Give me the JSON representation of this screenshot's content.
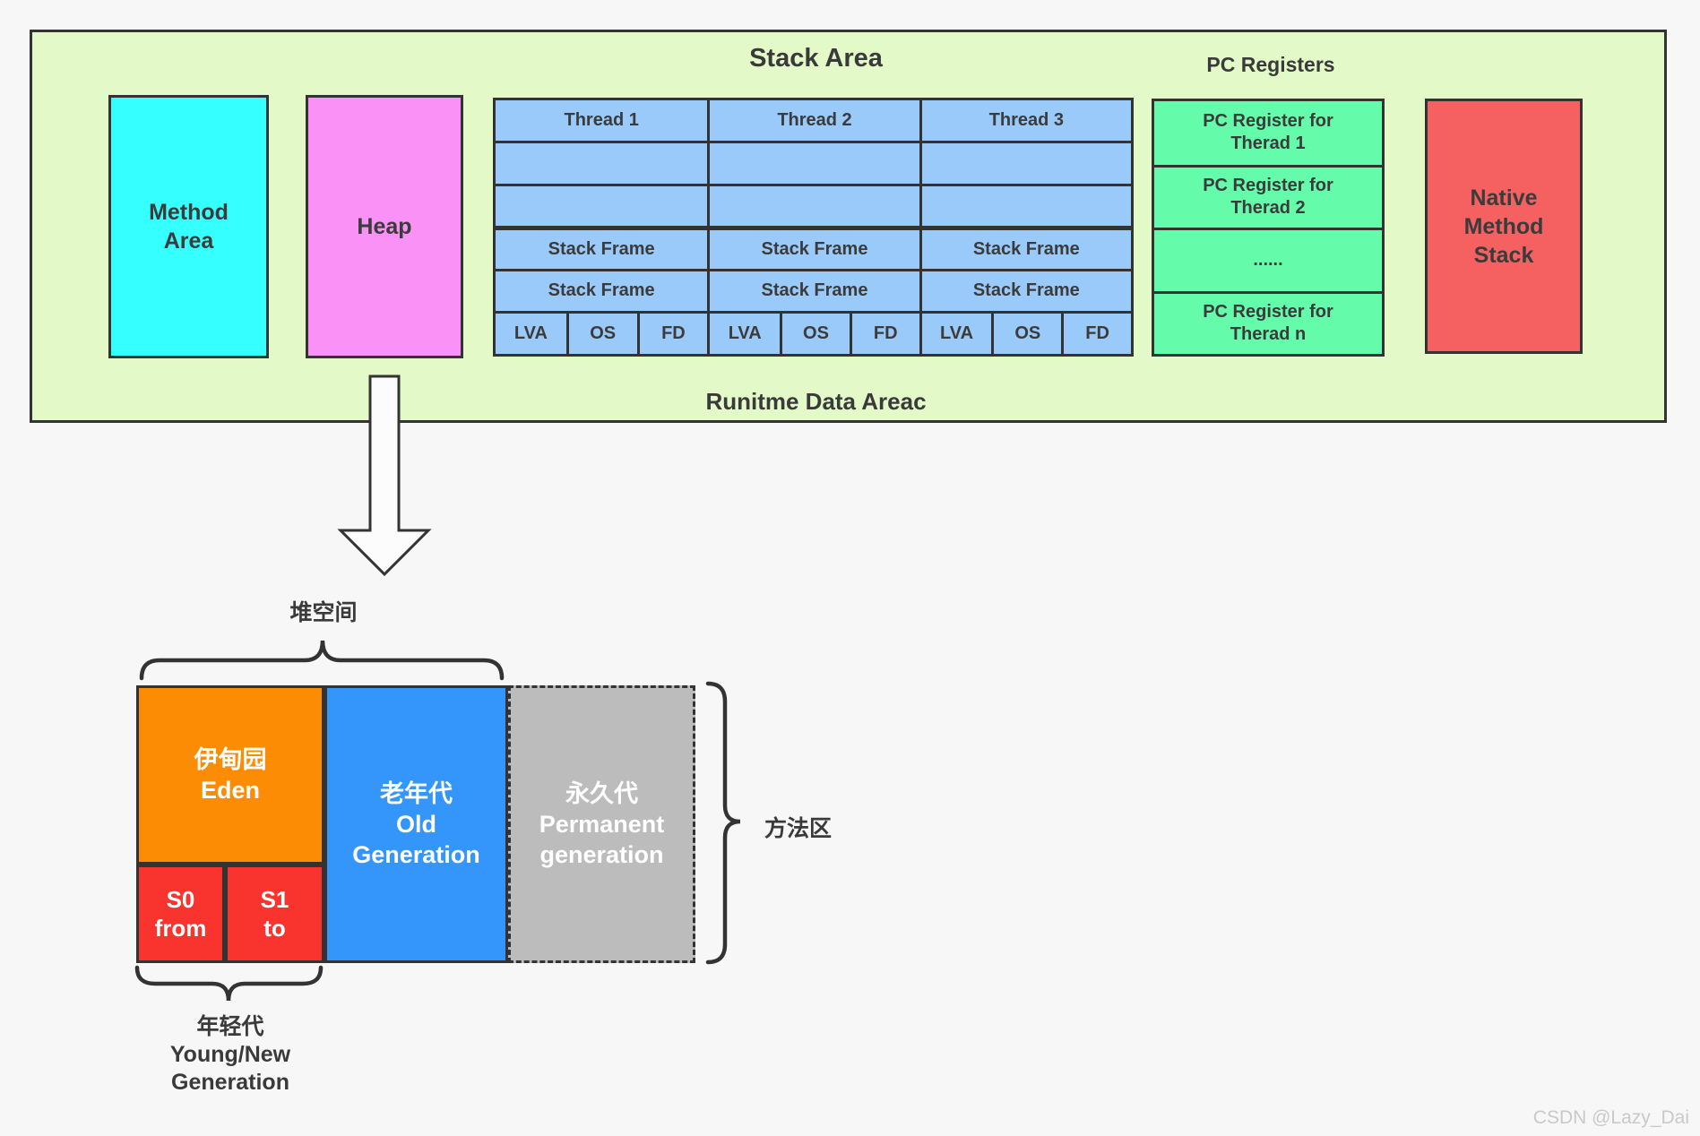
{
  "colors": {
    "runtime_bg": "#e3fac8",
    "method_area": "#35ffff",
    "heap": "#fa91f6",
    "thread_cell": "#9acafa",
    "pc_cell": "#64fcaa",
    "native_stack": "#f56161",
    "eden": "#fb8c03",
    "survivor": "#f9332d",
    "old_generation": "#3496fb",
    "permanent": "#bcbcbc",
    "border": "#333333"
  },
  "runtime": {
    "stack_area_title": "Stack Area",
    "caption": "Runitme Data Areac",
    "method_area": {
      "lines": [
        "Method",
        "Area"
      ]
    },
    "heap_label": "Heap",
    "threads": {
      "headers": [
        "Thread 1",
        "Thread 2",
        "Thread 3"
      ],
      "frame_label": "Stack Frame",
      "sub_labels": [
        "LVA",
        "OS",
        "FD"
      ]
    },
    "pc_registers": {
      "title": "PC Registers",
      "cells": [
        [
          "PC Register for",
          "Therad 1"
        ],
        [
          "PC Register for",
          "Therad 2"
        ],
        [
          "......"
        ],
        [
          "PC Register for",
          "Therad n"
        ]
      ]
    },
    "native_stack": {
      "lines": [
        "Native",
        "Method",
        "Stack"
      ]
    }
  },
  "heap_detail": {
    "heap_space_label": "堆空间",
    "eden": {
      "lines": [
        "伊甸园",
        "Eden"
      ]
    },
    "s0": {
      "lines": [
        "S0",
        "from"
      ]
    },
    "s1": {
      "lines": [
        "S1",
        "to"
      ]
    },
    "old": {
      "lines": [
        "老年代",
        "Old",
        "Generation"
      ]
    },
    "permanent": {
      "lines": [
        "永久代",
        "Permanent",
        "generation"
      ]
    },
    "method_area_label": "方法区",
    "young": {
      "lines": [
        "年轻代",
        "Young/New",
        "Generation"
      ]
    }
  },
  "watermark": "CSDN @Lazy_Dai"
}
